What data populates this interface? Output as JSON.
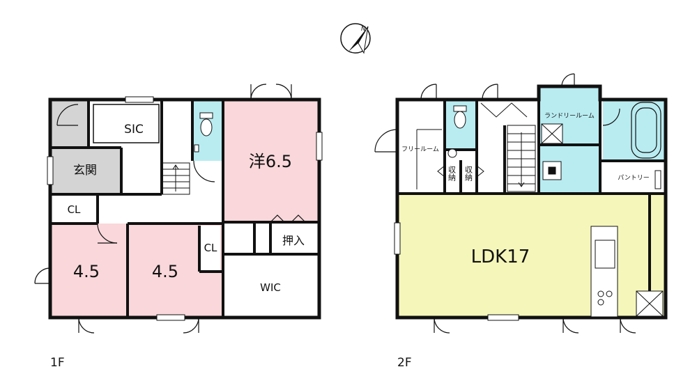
{
  "compass": {
    "north_label": "N"
  },
  "colors": {
    "wall": "#111111",
    "pink": "#f9d7da",
    "gray": "#d4d4d4",
    "cyan": "#b9ecf1",
    "yellow": "#f5f6ba",
    "white": "#ffffff"
  },
  "floor1": {
    "label": "1F",
    "rooms": {
      "sic": "SIC",
      "genkan": "玄関",
      "yo": "洋6.5",
      "cl_top": "CL",
      "cl_mid": "CL",
      "bed_left": "4.5",
      "bed_right": "4.5",
      "oshiire": "押入",
      "wic": "WIC"
    }
  },
  "floor2": {
    "label": "2F",
    "rooms": {
      "free_room": "フリールーム",
      "storage_left": "収納",
      "storage_right": "収納",
      "laundry": "ランドリールーム",
      "pantry": "パントリー",
      "ldk": "LDK17"
    }
  }
}
